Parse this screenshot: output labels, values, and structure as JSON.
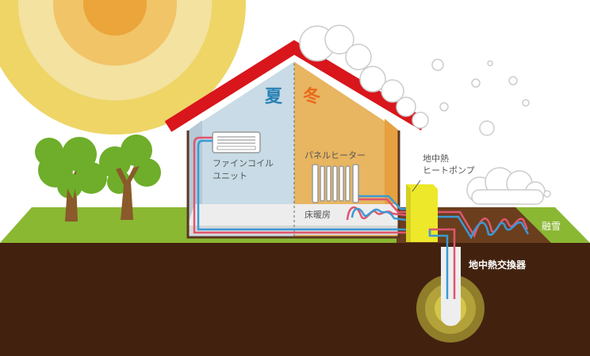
{
  "labels": {
    "summer": "夏",
    "winter": "冬",
    "fan_coil_line1": "ファインコイル",
    "fan_coil_line2": "ユニット",
    "panel_heater": "パネルヒーター",
    "floor_heating": "床暖房",
    "heat_pump_line1": "地中熱",
    "heat_pump_line2": "ヒートポンプ",
    "ground_heat_exchanger": "地中熱交換器",
    "snow_melting": "融雪"
  },
  "colors": {
    "summer": "#2a82b5",
    "winter": "#e86a1c",
    "roof": "#d8161b",
    "pipe_hot": "#e0566e",
    "pipe_cold": "#3a9ad6",
    "grass": "#8ab833",
    "soil": "#42220f",
    "heat_pump": "#ede82a"
  }
}
